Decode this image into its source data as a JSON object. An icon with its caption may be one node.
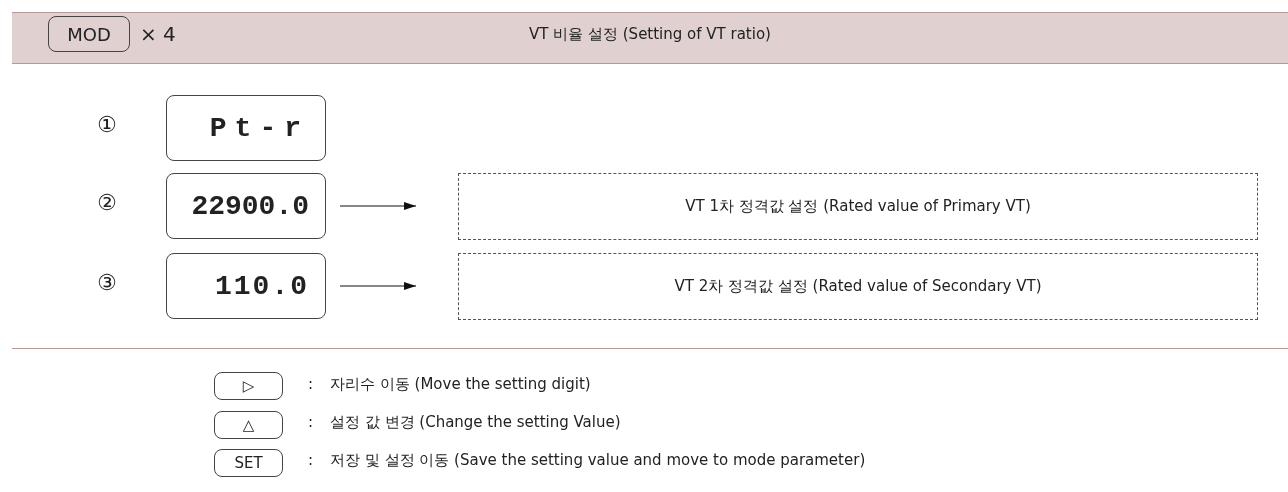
{
  "diagram": {
    "title": "VT 비율 설정 (Setting of VT ratio)",
    "nodes": [
      {
        "text": [
          "Pt-r"
        ],
        "beside": [
          "①"
        ]
      },
      {
        "text": [
          "22900.0"
        ],
        "beside": [
          "②"
        ]
      },
      {
        "text": [
          "110.0"
        ],
        "beside": [
          "③"
        ]
      },
      {
        "text": [
          "VT 1차 정격값 설정 (Rated value of Primary VT)"
        ]
      },
      {
        "text": [
          "VT 2차 정격값 설정 (Rated value of Secondary VT)"
        ]
      },
      {
        "text": [
          "MOD"
        ]
      },
      {
        "text": [
          "▷"
        ]
      },
      {
        "text": [
          "△"
        ]
      },
      {
        "text": [
          "SET"
        ]
      }
    ],
    "edges": [
      {
        "from": 1,
        "to": 3,
        "arrow": "to"
      },
      {
        "from": 2,
        "to": 4,
        "arrow": "to"
      }
    ],
    "labels": [
      "× 4",
      ":",
      "자리수 이동 (Move the setting digit)",
      ":",
      "설정 값 변경 (Change the setting Value)",
      ":",
      "저장 및 설정 이동 (Save the setting value and move to mode parameter)"
    ]
  }
}
